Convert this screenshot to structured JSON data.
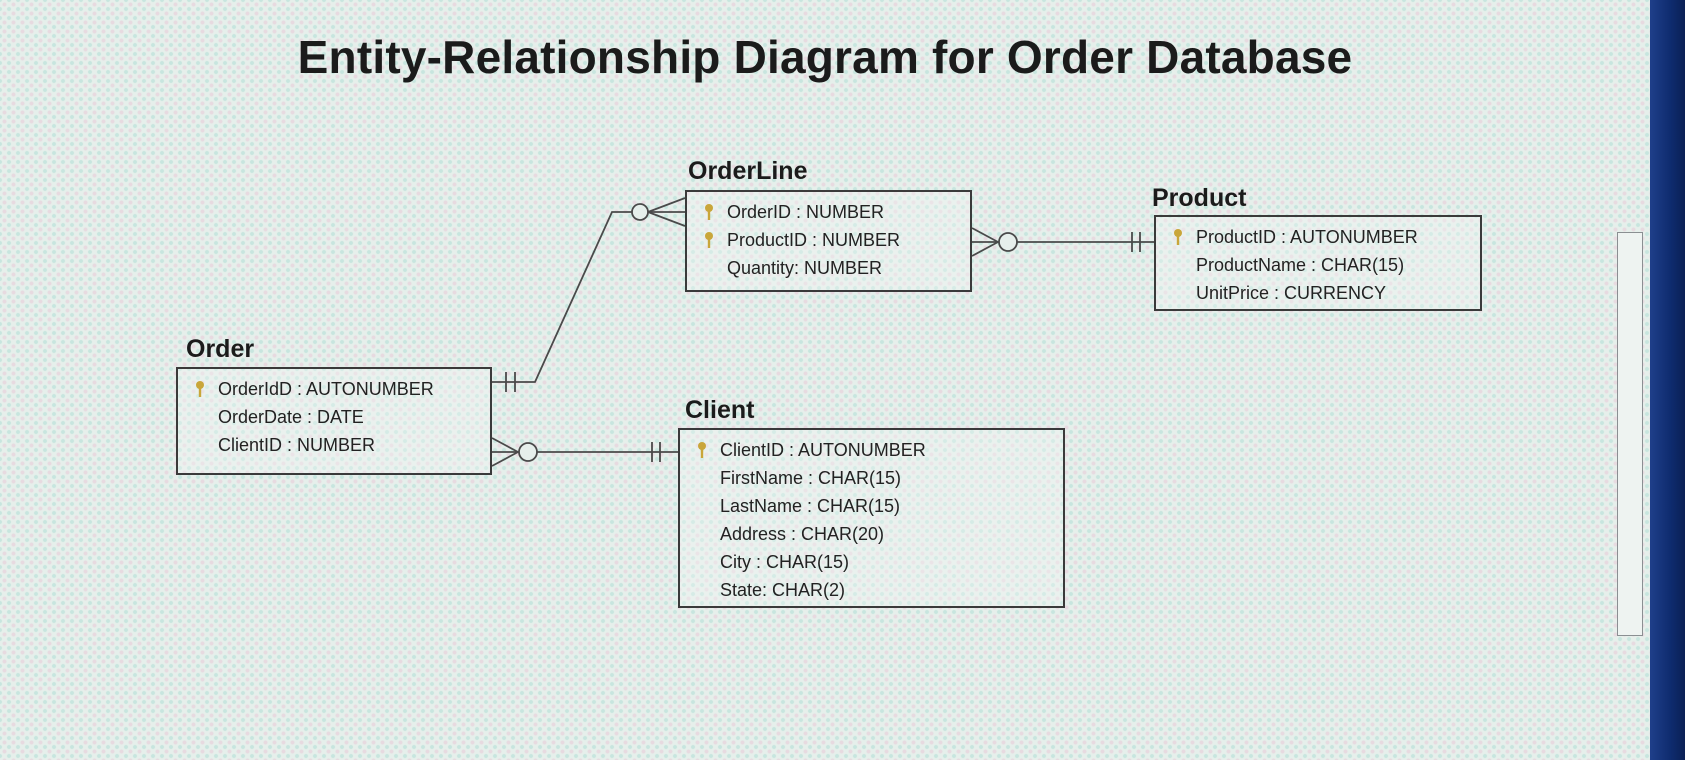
{
  "title": "Entity-Relationship Diagram for Order Database",
  "entities": {
    "orderline": {
      "name": "OrderLine",
      "attributes": [
        {
          "text": "OrderID : NUMBER",
          "key": true
        },
        {
          "text": "ProductID : NUMBER",
          "key": true
        },
        {
          "text": "Quantity:  NUMBER",
          "key": false
        }
      ]
    },
    "product": {
      "name": "Product",
      "attributes": [
        {
          "text": "ProductID : AUTONUMBER",
          "key": true
        },
        {
          "text": "ProductName : CHAR(15)",
          "key": false
        },
        {
          "text": "UnitPrice : CURRENCY",
          "key": false
        }
      ]
    },
    "order": {
      "name": "Order",
      "attributes": [
        {
          "text": "OrderIdD : AUTONUMBER",
          "key": true
        },
        {
          "text": "OrderDate :  DATE",
          "key": false
        },
        {
          "text": "ClientID : NUMBER",
          "key": false
        }
      ]
    },
    "client": {
      "name": "Client",
      "attributes": [
        {
          "text": "ClientID : AUTONUMBER",
          "key": true
        },
        {
          "text": "FirstName : CHAR(15)",
          "key": false
        },
        {
          "text": "LastName : CHAR(15)",
          "key": false
        },
        {
          "text": "Address : CHAR(20)",
          "key": false
        },
        {
          "text": "City : CHAR(15)",
          "key": false
        },
        {
          "text": "State: CHAR(2)",
          "key": false
        }
      ]
    }
  },
  "relationships": [
    {
      "from": "Order",
      "to": "OrderLine",
      "from_cardinality": "exactly-one",
      "to_cardinality": "zero-or-many"
    },
    {
      "from": "OrderLine",
      "to": "Product",
      "from_cardinality": "zero-or-many",
      "to_cardinality": "exactly-one"
    },
    {
      "from": "Order",
      "to": "Client",
      "from_cardinality": "zero-or-many",
      "to_cardinality": "exactly-one"
    }
  ],
  "colors": {
    "line": "#4a4a4a",
    "key_icon": "#c9a63a",
    "frame": "#1f3f8a"
  }
}
